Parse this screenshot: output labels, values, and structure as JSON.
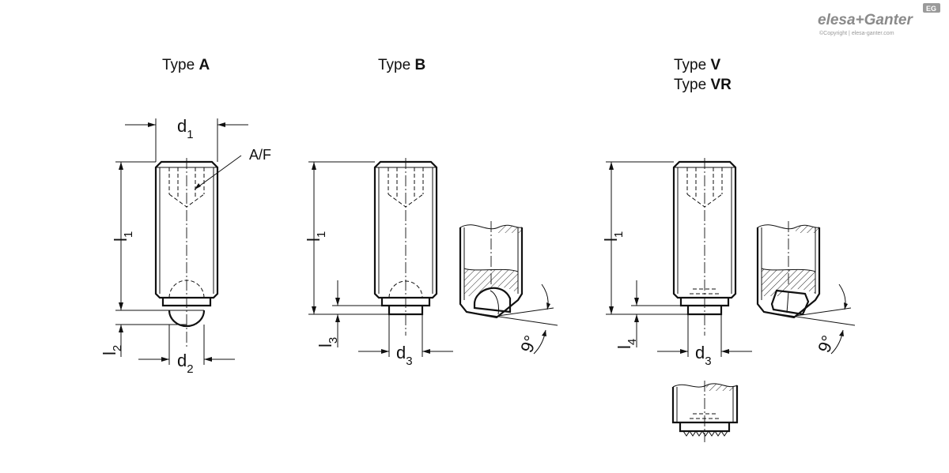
{
  "brand": {
    "logo_main": "elesa+Ganter",
    "logo_sub": "©Copyright | elesa-ganter.com",
    "badge": "EG"
  },
  "diagram": {
    "type_a": {
      "prefix": "Type ",
      "code": "A"
    },
    "type_b": {
      "prefix": "Type ",
      "code": "B"
    },
    "type_v": {
      "prefix": "Type ",
      "code": "V"
    },
    "type_vr": {
      "prefix": "Type ",
      "code": "VR"
    },
    "labels": {
      "d1": "d",
      "d1_sub": "1",
      "d2": "d",
      "d2_sub": "2",
      "d3": "d",
      "d3_sub": "3",
      "l1": "l",
      "l1_sub": "1",
      "l2": "l",
      "l2_sub": "2",
      "l3": "l",
      "l3_sub": "3",
      "l4": "l",
      "l4_sub": "4",
      "af": "A/F",
      "angle": "9°"
    }
  }
}
